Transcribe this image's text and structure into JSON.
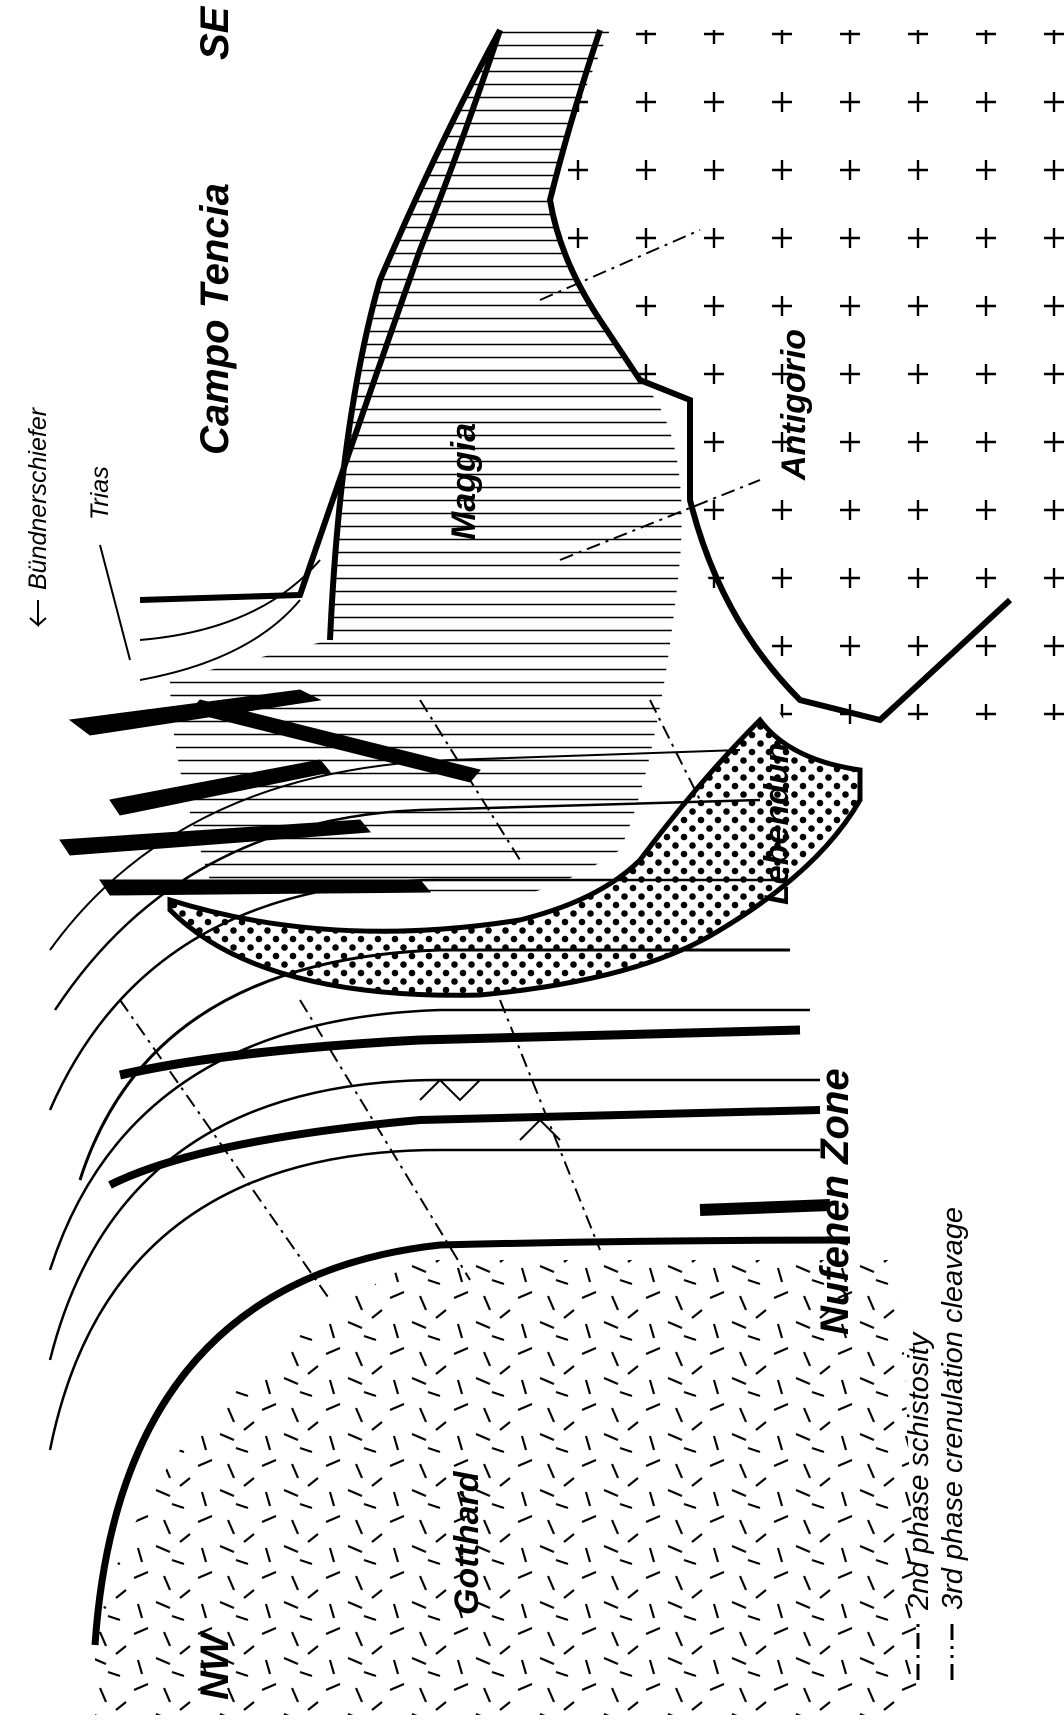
{
  "labels": {
    "nw": "NW",
    "se": "SE",
    "gotthard": "Gotthard",
    "nufenen_zone": "Nufenen Zone",
    "lebendun": "Lebendun",
    "maggia": "Maggia",
    "campo_tencia": "Campo Tencia",
    "antigorio": "Antigorio",
    "trias": "Trias",
    "buendnerschiefer": "Bündnerschiefer"
  },
  "legend": {
    "second_phase": "2nd phase schistosity",
    "third_phase": "3rd phase crenulation cleavage"
  }
}
